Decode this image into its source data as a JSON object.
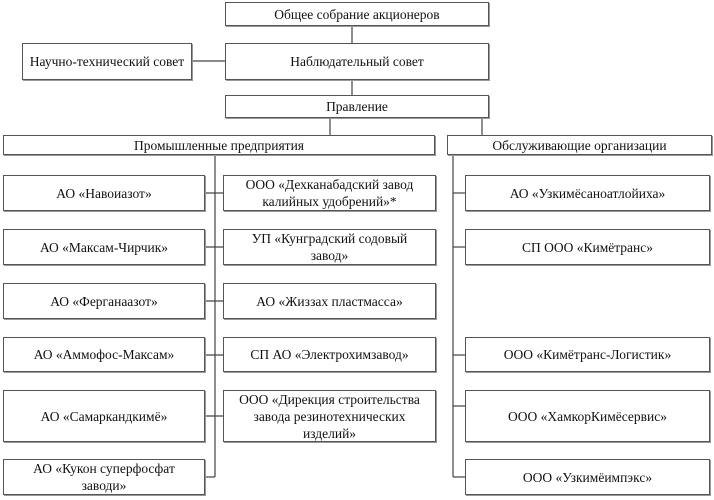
{
  "top": {
    "shareholders": "Общее собрание акционеров",
    "scientific_council": "Научно-технический совет",
    "supervisory_board": "Наблюдательный совет",
    "management": "Правление"
  },
  "industrial": {
    "title": "Промышленные предприятия",
    "left": [
      "АО «Навоиазот»",
      "АО «Максам-Чирчик»",
      "АО «Ферганаазот»",
      "АО «Аммофос-Максам»",
      "АО «Самаркандкимё»",
      "АО «Кукон суперфосфат заводи»"
    ],
    "right": [
      "ООО «Дехканабадский завод калийных удобрений»*",
      "УП «Кунградский содовый завод»",
      "АО «Жиззах пластмасса»",
      "СП АО «Электрохимзавод»",
      "ООО «Дирекция строительства завода резинотехнических изделий»"
    ]
  },
  "service": {
    "title": "Обслуживающие организации",
    "items": [
      "АО «Узкимёсаноатлойиха»",
      "СП ООО «Кимётранс»",
      "ООО «Кимётранс-Логистик»",
      "ООО «ХамкорКимёсервис»",
      "ООО «Узкимёимпэкс»"
    ]
  }
}
